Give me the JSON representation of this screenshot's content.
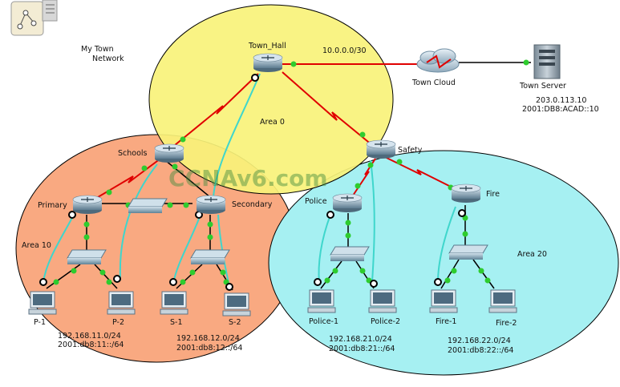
{
  "title": [
    "My Town",
    "Network"
  ],
  "watermark": "CCNAv6.com",
  "areas": {
    "area0": "Area 0",
    "area10": "Area 10",
    "area20": "Area 20"
  },
  "links": {
    "wan": "10.0.0.0/30"
  },
  "routers": {
    "town_hall": "Town_Hall",
    "schools": "Schools",
    "safety": "Safety",
    "primary": "Primary",
    "secondary": "Secondary",
    "police": "Police",
    "fire": "Fire"
  },
  "cloud": "Town Cloud",
  "server": {
    "name": "Town Server",
    "ipv4": "203.0.113.10",
    "ipv6": "2001:DB8:ACAD::10"
  },
  "pcs": {
    "p1": "P-1",
    "p2": "P-2",
    "s1": "S-1",
    "s2": "S-2",
    "police1": "Police-1",
    "police2": "Police-2",
    "fire1": "Fire-1",
    "fire2": "Fire-2"
  },
  "subnets": {
    "primary": {
      "ipv4": "192.168.11.0/24",
      "ipv6": "2001:db8:11::/64"
    },
    "secondary": {
      "ipv4": "192.168.12.0/24",
      "ipv6": "2001:db8:12::/64"
    },
    "police": {
      "ipv4": "192.168.21.0/24",
      "ipv6": "2001:db8:21::/64"
    },
    "fire": {
      "ipv4": "192.168.22.0/24",
      "ipv6": "2001:db8:22::/64"
    }
  },
  "colors": {
    "area0": "#f8f27a",
    "area10": "#f9a981",
    "area20": "#a6f0f2",
    "serial": "#e00000",
    "ethernet": "#000000",
    "crossover": "#3fd6cc",
    "port_up": "#2ecc2e"
  }
}
